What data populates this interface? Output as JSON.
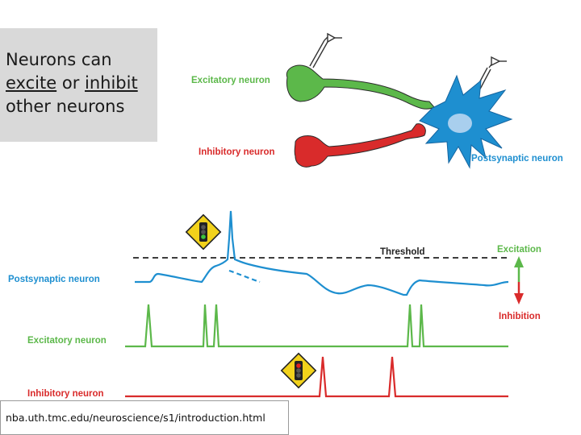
{
  "slide": {
    "title_parts": [
      "Neurons can",
      "excite",
      "or",
      "inhibit",
      "other neurons"
    ],
    "source": "nba.uth.tmc.edu/neuroscience/s1/introduction.html"
  },
  "diagram": {
    "top_labels": {
      "excitatory": "Excitatory neuron",
      "inhibitory": "Inhibitory neuron",
      "postsynaptic": "Postsynaptic neuron"
    },
    "traces": {
      "threshold": "Threshold",
      "excitation": "Excitation",
      "inhibition": "Inhibition",
      "postsynaptic": "Postsynaptic neuron",
      "excitatory": "Excitatory neuron",
      "inhibitory": "Inhibitory neuron"
    },
    "colors": {
      "excitatory": "#5cb84a",
      "inhibitory": "#d92b2b",
      "postsynaptic": "#1e8fd0",
      "threshold": "#222222",
      "sign_yellow": "#f2d21b"
    },
    "icons": [
      "traffic-light-green-sign-icon",
      "traffic-light-red-sign-icon",
      "electrode-icon"
    ]
  }
}
